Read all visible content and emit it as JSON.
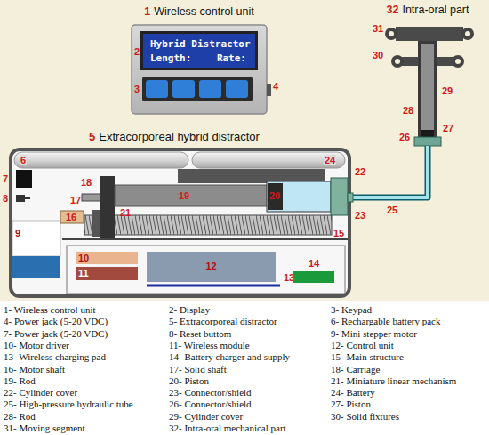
{
  "diagram": {
    "nodes": [
      {
        "text": [
          "1",
          "Wireless control unit"
        ]
      },
      {
        "text": [
          "Hybrid Distractor",
          "Length:",
          "Rate:"
        ],
        "in": 0
      },
      {
        "text": [
          "5",
          "Extracorporeal hybrid distractor"
        ]
      },
      {
        "text": [
          "32",
          "Intra-oral part"
        ]
      },
      {
        "text": [
          "9"
        ],
        "in": 2
      },
      {
        "text": [
          "10"
        ],
        "in": 2
      },
      {
        "text": [
          "11"
        ],
        "in": 2
      },
      {
        "text": [
          "12"
        ],
        "in": 2
      }
    ],
    "edges": [
      {
        "from": 2,
        "to": 3,
        "arrow": "none"
      }
    ],
    "labels": [
      "2",
      "3",
      "4",
      "6",
      "24",
      "7",
      "8",
      "18",
      "17",
      "16",
      "19",
      "20",
      "21",
      "22",
      "23",
      "15",
      "13",
      "14",
      "25",
      "31",
      "30",
      "29",
      "28",
      "26",
      "27",
      "1- Wireless control unit",
      "2- Display",
      "3- Keypad",
      "4- Power jack (5-20 VDC)",
      "5- Extracorporeal distractor",
      "6- Rechargable battery pack",
      "7- Power jack (5-20 VDC)",
      "8- Reset buttom",
      "9- Mini stepper motor",
      "10- Motor driver",
      "11- Wireless module",
      "12- Control unit",
      "13- Wireless charging pad",
      "14- Battery charger and supply",
      "15- Main structure",
      "16- Motor shaft",
      "17- Solid shaft",
      "18- Carriage",
      "19- Rod",
      "20- Piston",
      "21- Miniature linear mechanism",
      "22- Cylinder cover",
      "23- Connector/shield",
      "24- Battery",
      "25- High-pressure hydraulic tube",
      "26- Connector/shield",
      "27- Piston",
      "28- Rod",
      "29- Cylinder cover",
      "30- Solid fixtures",
      "31- Moving segment",
      "32- Intra-oral mechanical part"
    ]
  }
}
